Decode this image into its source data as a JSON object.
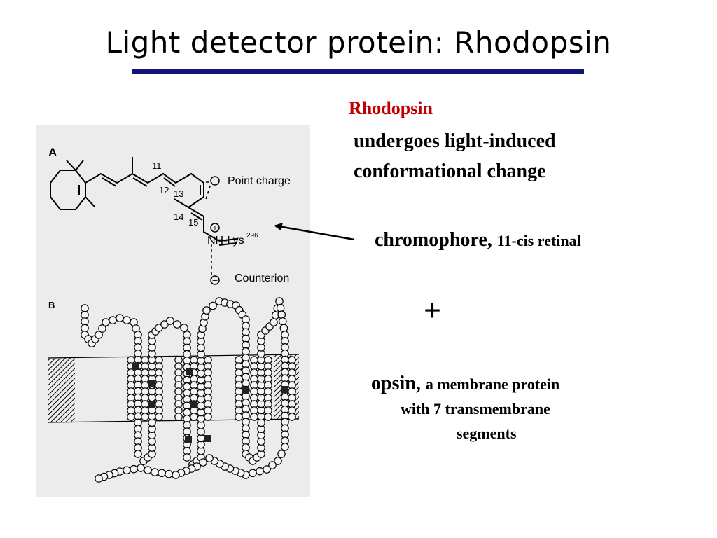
{
  "slide": {
    "title": "Light detector protein: Rhodopsin"
  },
  "right": {
    "rhodopsin_label": "Rhodopsin",
    "rhodopsin_desc_line1": "undergoes light-induced",
    "rhodopsin_desc_line2": "conformational change",
    "chromophore_main": "chromophore,",
    "chromophore_detail": "11-cis retinal",
    "plus": "+",
    "opsin_main": "opsin,",
    "opsin_detail": "a membrane protein",
    "opsin_line2": "with 7 transmembrane",
    "opsin_line3": "segments"
  },
  "figure": {
    "panel_a_label": "A",
    "panel_b_label": "B",
    "num_11": "11",
    "num_12": "12",
    "num_13": "13",
    "num_14": "14",
    "num_15": "15",
    "point_charge_label": "Point charge",
    "counterion_label": "Counterion",
    "nh_lys_label": "NH-Lys",
    "lys_superscript": "296",
    "minus_sign": "−",
    "plus_sign": "+"
  },
  "colors": {
    "rule": "#141478",
    "highlight": "#c00000"
  }
}
